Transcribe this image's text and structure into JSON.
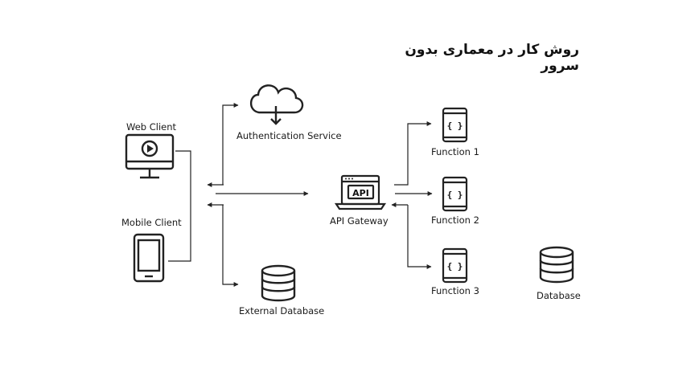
{
  "title": "روش کار در معماری بدون سرور",
  "nodes": {
    "web_client": "Web Client",
    "mobile_client": "Mobile Client",
    "auth_service": "Authentication Service",
    "external_db": "External Database",
    "api_gateway": "API Gateway",
    "api_badge": "API",
    "function1": "Function 1",
    "function2": "Function 2",
    "function3": "Function 3",
    "database": "Database"
  },
  "function_glyph": "{ }"
}
